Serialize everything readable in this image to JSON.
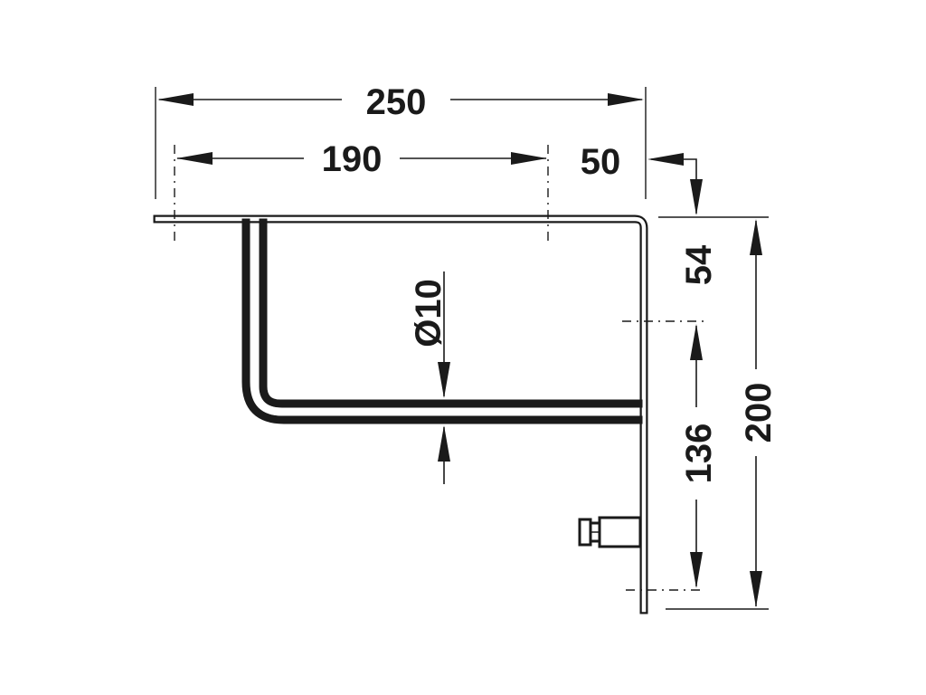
{
  "diagram": {
    "dimensions": {
      "overall_width": "250",
      "arm_length": "190",
      "offset": "50",
      "top_to_rod": "54",
      "overall_height": "200",
      "rod_to_bottom": "136",
      "rod_diameter": "Ø10"
    },
    "line_color": "#1a1a1a",
    "background": "#ffffff"
  }
}
